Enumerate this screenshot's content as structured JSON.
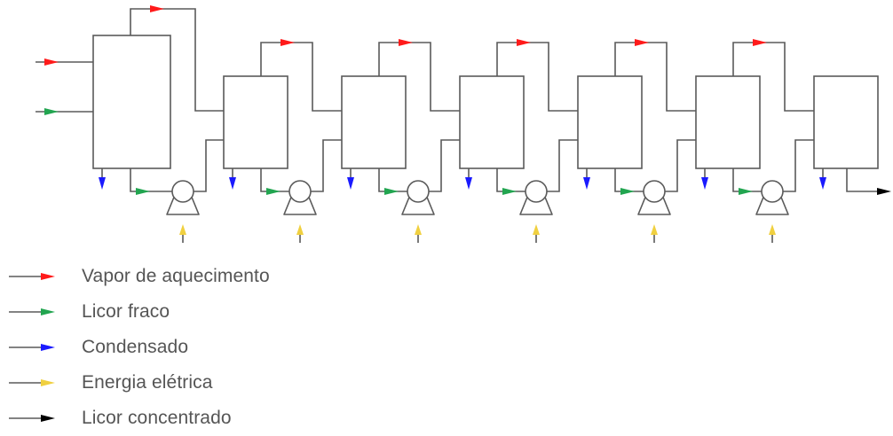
{
  "colors": {
    "line": "#5a5a5a",
    "vapor": "#ff1a1a",
    "licor_fraco": "#22a550",
    "condensado": "#1a1aff",
    "energia": "#f0d040",
    "licor_concentrado": "#000000"
  },
  "legend": [
    {
      "label": "Vapor de aquecimento",
      "color": "#ff1a1a"
    },
    {
      "label": "Licor fraco",
      "color": "#22a550"
    },
    {
      "label": "Condensado",
      "color": "#1a1aff"
    },
    {
      "label": "Energia elétrica",
      "color": "#f0d040"
    },
    {
      "label": "Licor concentrado",
      "color": "#000000"
    }
  ]
}
